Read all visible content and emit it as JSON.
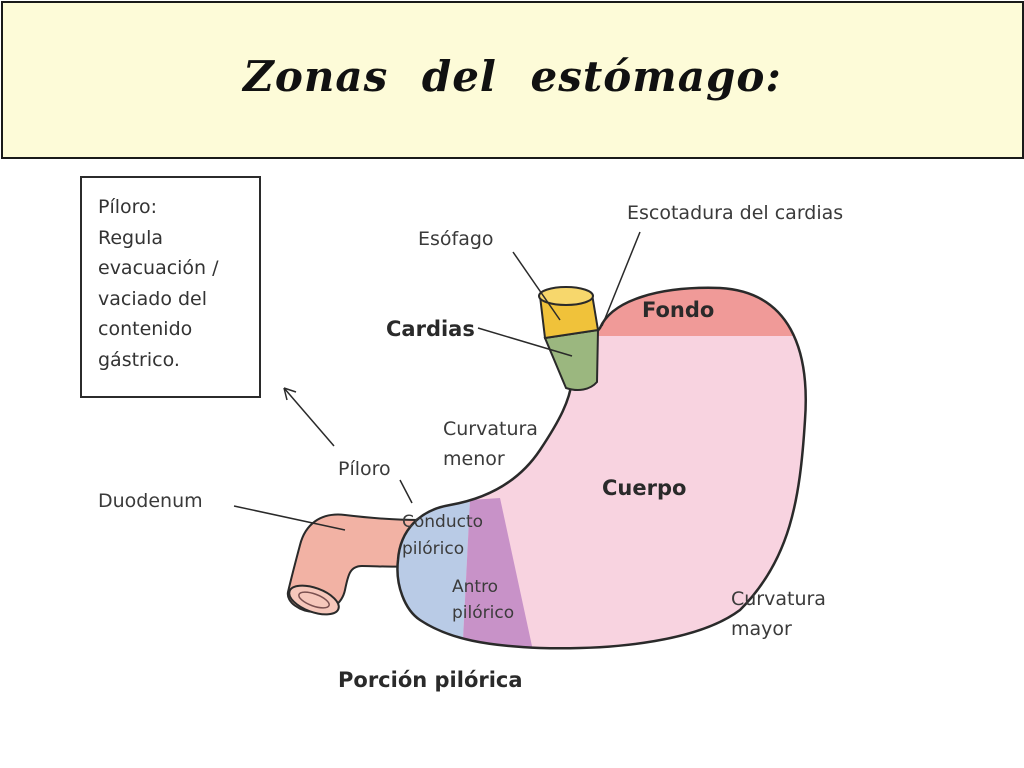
{
  "title": "Zonas  del  estómago:",
  "note": {
    "lines": [
      "Píloro:",
      "Regula",
      "evacuación /",
      "vaciado del",
      "contenido",
      "gástrico."
    ]
  },
  "labels": {
    "escotadura": "Escotadura del cardias",
    "esofago": "Esófago",
    "fondo": "Fondo",
    "cardias": "Cardias",
    "curvatura_menor_1": "Curvatura",
    "curvatura_menor_2": "menor",
    "cuerpo": "Cuerpo",
    "piloro": "Píloro",
    "duodenum": "Duodenum",
    "conducto_1": "Conducto",
    "conducto_2": "pilórico",
    "antro_1": "Antro",
    "antro_2": "pilórico",
    "curvatura_mayor_1": "Curvatura",
    "curvatura_mayor_2": "mayor",
    "porcion": "Porción pilórica"
  },
  "colors": {
    "title_bg": "#fdfbd8",
    "fondo": "#f09a98",
    "cuerpo": "#f8d3e0",
    "cardias": "#9bb77f",
    "esofago": "#f0c23a",
    "conducto": "#b9cbe6",
    "antro": "#c892c8",
    "duodenum": "#f2b2a4"
  }
}
